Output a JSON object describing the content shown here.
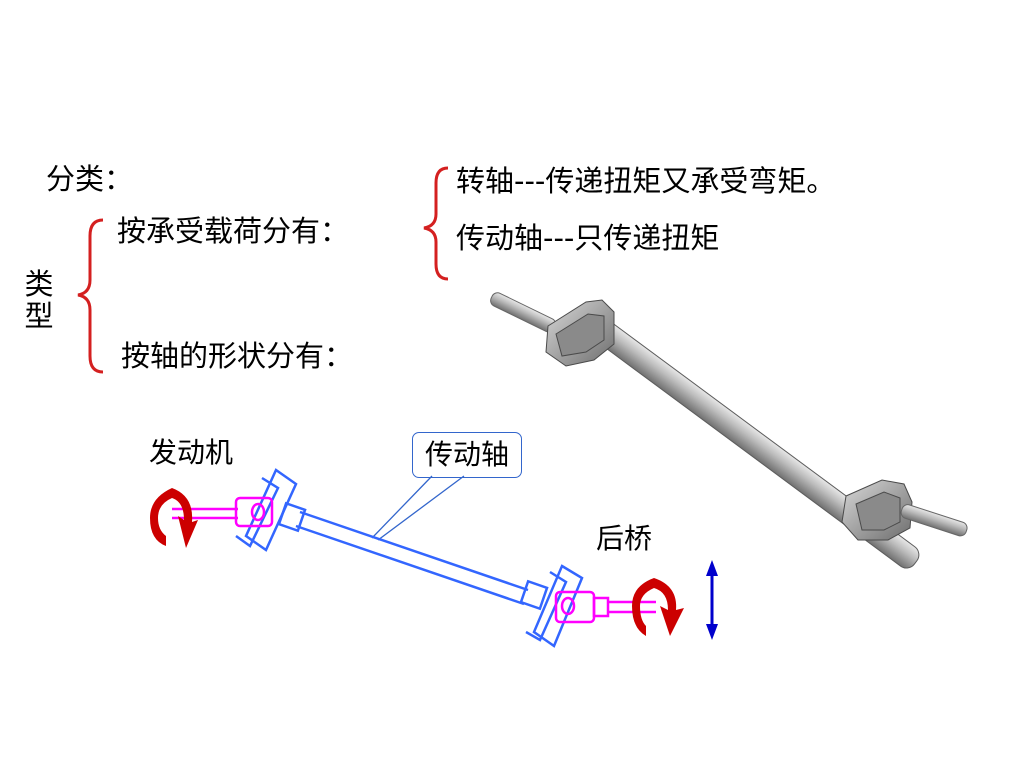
{
  "classification": {
    "heading": "分类：",
    "side_label_chars": [
      "类",
      "型"
    ],
    "by_load": {
      "label": "按承受载荷分有：",
      "items": [
        "转轴---传递扭矩又承受弯矩。",
        "传动轴---只传递扭矩"
      ]
    },
    "by_shape": {
      "label": "按轴的形状分有："
    }
  },
  "diagram": {
    "engine_label": "发动机",
    "shaft_label": "传动轴",
    "rear_axle_label": "后桥"
  },
  "colors": {
    "bracket": "#d42020",
    "shaft_outline": "#3366ff",
    "joint": "#ff00ff",
    "rotation_arrow": "#cc0000",
    "vertical_arrow": "#0000cc"
  },
  "icons": {
    "engine_rotation": "curved-rotation-arrow-icon",
    "axle_rotation": "curved-rotation-arrow-icon",
    "vertical_motion": "double-vertical-arrow-icon",
    "shaft_render": "shaft-3d-render-image"
  }
}
